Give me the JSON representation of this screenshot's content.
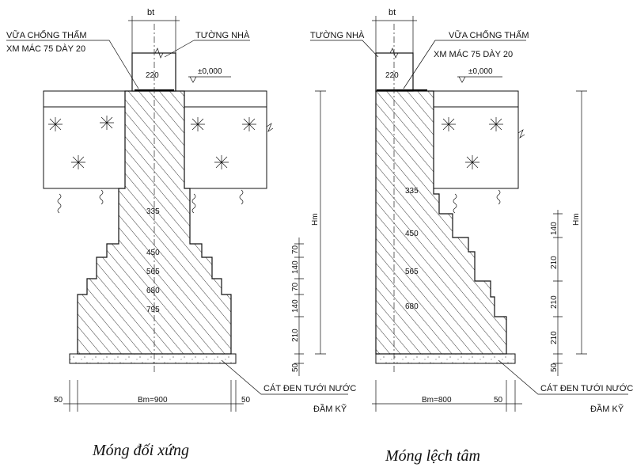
{
  "left": {
    "bt": "bt",
    "waterproof_1": "VỮA CHỐNG THẤM",
    "waterproof_2": "XM MÁC 75 DÀY 20",
    "wall": "TƯỜNG NHÀ",
    "wall_width": "220",
    "level": "±0,000",
    "widths": [
      "335",
      "450",
      "565",
      "680",
      "795"
    ],
    "heights": [
      "70",
      "140",
      "70",
      "140",
      "210",
      "50"
    ],
    "hm": "Hm",
    "bm": "Bm=900",
    "offset_left": "50",
    "offset_right": "50",
    "sand_1": "CÁT ĐEN TƯỚI NƯỚC",
    "sand_2": "ĐẦM KỸ",
    "caption": "Móng đối xứng"
  },
  "right": {
    "bt": "bt",
    "wall": "TƯỜNG NHÀ",
    "waterproof_1": "VỮA CHỐNG THẤM",
    "waterproof_2": "XM MÁC 75 DÀY 20",
    "wall_width": "220",
    "level": "±0,000",
    "widths": [
      "335",
      "450",
      "565",
      "680"
    ],
    "heights": [
      "140",
      "210",
      "210",
      "210",
      "50"
    ],
    "hm": "Hm",
    "bm": "Bm=800",
    "offset_right": "50",
    "sand_1": "CÁT ĐEN TƯỚI NƯỚC",
    "sand_2": "ĐẦM KỸ",
    "caption": "Móng lệch tâm"
  }
}
